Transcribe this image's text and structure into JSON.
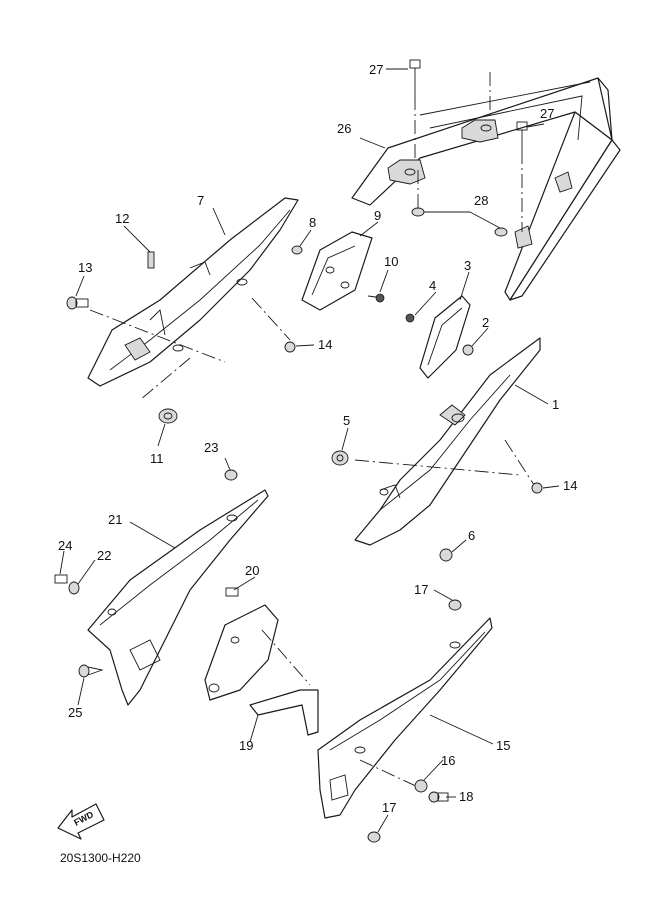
{
  "callouts": [
    "1",
    "2",
    "3",
    "4",
    "5",
    "6",
    "7",
    "8",
    "9",
    "10",
    "11",
    "12",
    "13",
    "14",
    "14",
    "15",
    "16",
    "17",
    "17",
    "18",
    "19",
    "20",
    "21",
    "22",
    "23",
    "24",
    "25",
    "26",
    "27",
    "27",
    "28"
  ],
  "diagram_code": "20S1300-H220",
  "fwd_label": "FWD"
}
